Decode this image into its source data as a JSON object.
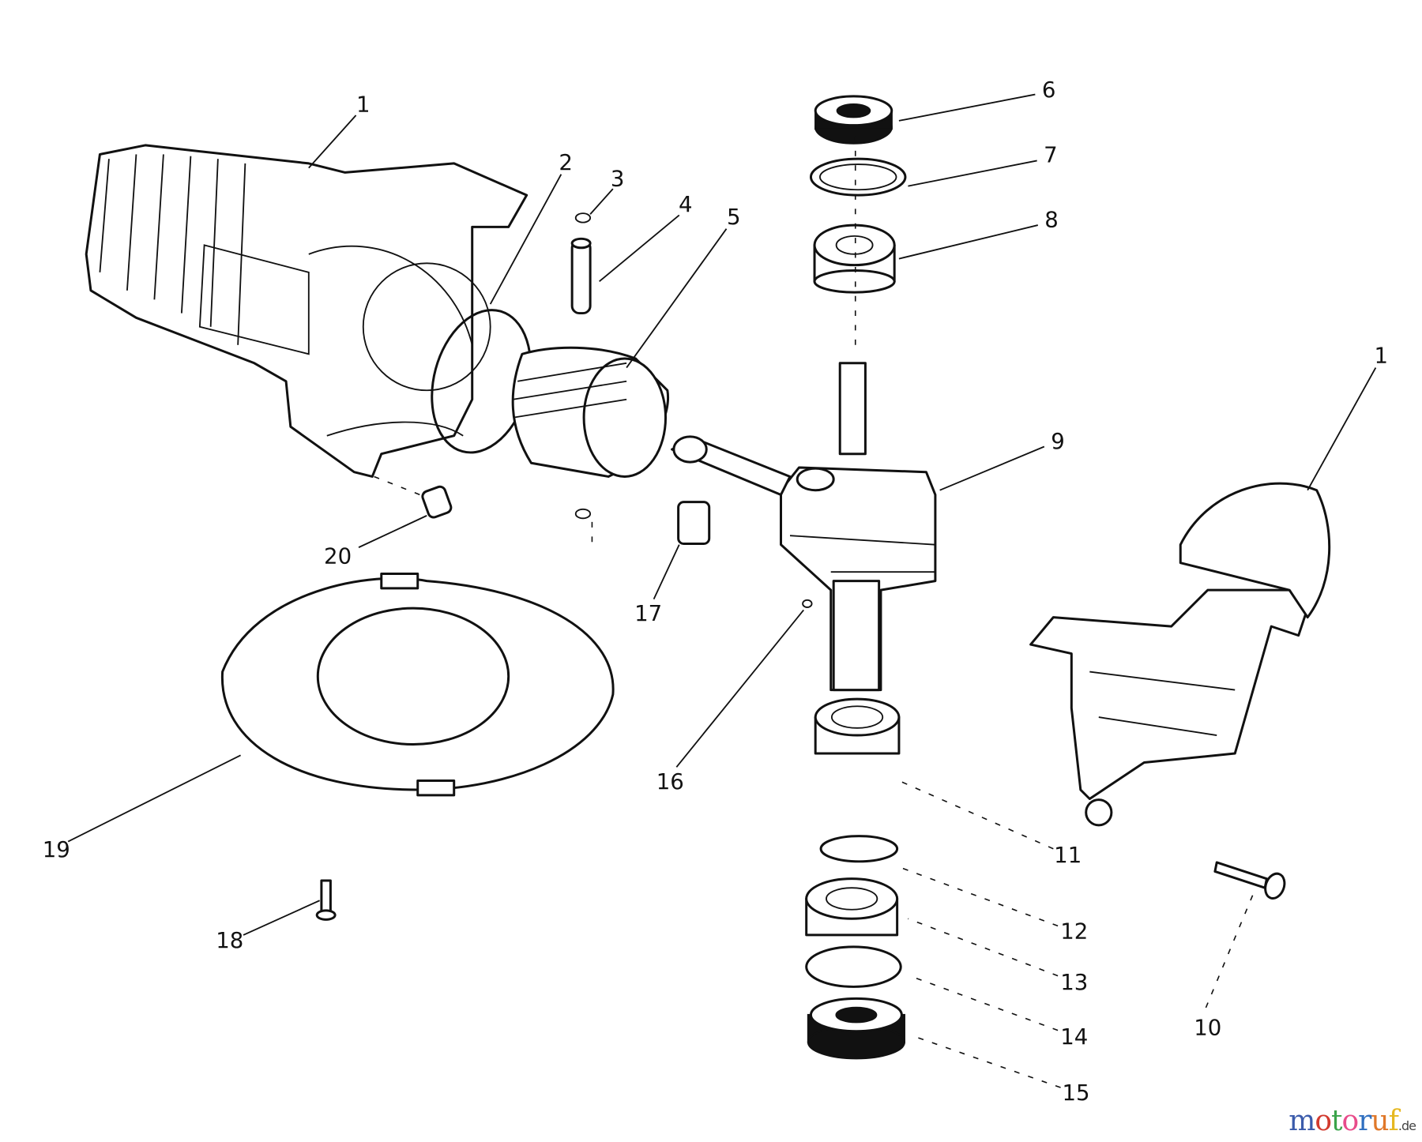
{
  "labels": {
    "l1a": "1",
    "l2": "2",
    "l3": "3",
    "l4": "4",
    "l5": "5",
    "l6": "6",
    "l7": "7",
    "l8": "8",
    "l9": "9",
    "l1b": "1",
    "l10": "10",
    "l11": "11",
    "l12": "12",
    "l13": "13",
    "l14": "14",
    "l15": "15",
    "l16": "16",
    "l17": "17",
    "l18": "18",
    "l19": "19",
    "l20": "20"
  },
  "watermark": {
    "text": "motoruf",
    "suffix": ".de",
    "colors": [
      "#3b5bab",
      "#d23a2e",
      "#3aa34a",
      "#e84c8b",
      "#2f6fc0",
      "#e0782a",
      "#e6b820"
    ]
  }
}
